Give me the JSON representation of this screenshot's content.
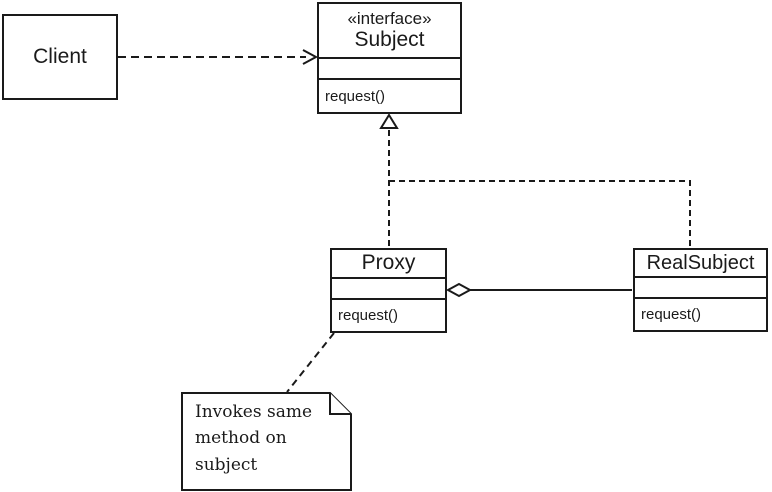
{
  "diagram": {
    "kind": "uml-class-diagram",
    "pattern": "Proxy pattern",
    "colors": {
      "line": "#1a1a1a",
      "background": "#ffffff",
      "text": "#1a1a1a"
    },
    "nodes": {
      "client": {
        "label": "Client"
      },
      "subject": {
        "stereotype": "«interface»",
        "label": "Subject",
        "method": "request()"
      },
      "proxy": {
        "label": "Proxy",
        "method": "request()"
      },
      "realsubject": {
        "label": "RealSubject",
        "method": "request()"
      },
      "note": {
        "text": "Invokes same method on subject"
      }
    },
    "edges": [
      {
        "name": "client-depends-on-subject",
        "type": "dashed-open-arrow",
        "from": "client",
        "to": "subject"
      },
      {
        "name": "proxy-realizes-subject",
        "type": "dashed-hollow-triangle",
        "from": "proxy",
        "to": "subject"
      },
      {
        "name": "realsubject-realizes-subject",
        "type": "dashed-hollow-triangle",
        "from": "realsubject",
        "to": "subject"
      },
      {
        "name": "proxy-aggregates-realsubject",
        "type": "solid-hollow-diamond",
        "from": "proxy",
        "to": "realsubject"
      },
      {
        "name": "note-attached-to-proxy",
        "type": "dashed",
        "from": "note",
        "to": "proxy"
      }
    ]
  }
}
